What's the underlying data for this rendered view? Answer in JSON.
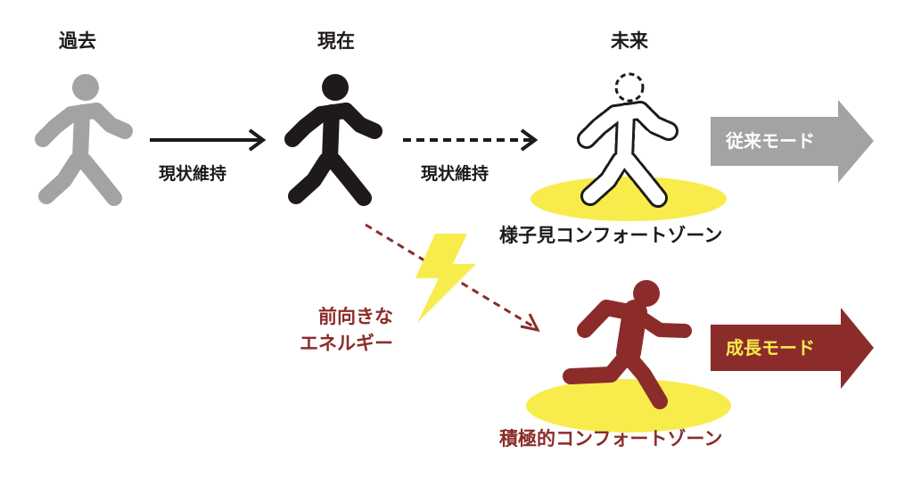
{
  "eras": {
    "past": "過去",
    "present": "現在",
    "future": "未来"
  },
  "arrows": {
    "maintain_1": "現状維持",
    "maintain_2": "現状維持"
  },
  "zones": {
    "wait_and_see": "様子見コンフォートゾーン",
    "proactive": "積極的コンフォートゾーン"
  },
  "modes": {
    "conventional": "従来モード",
    "growth": "成長モード"
  },
  "energy_label": {
    "line1": "前向きな",
    "line2": "エネルギー"
  },
  "colors": {
    "gray": "#a3a3a3",
    "black": "#1e1a1a",
    "maroon": "#8b2c2b",
    "yellow": "#f8ec4c"
  }
}
